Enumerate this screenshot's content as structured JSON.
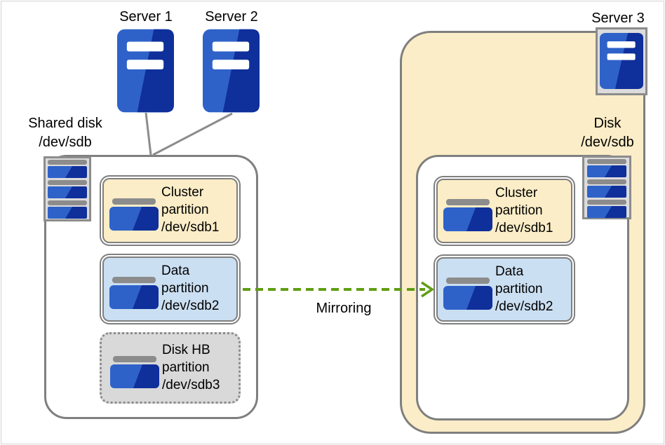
{
  "labels": {
    "server1": "Server 1",
    "server2": "Server 2",
    "server3": "Server 3",
    "shared_disk_line1": "Shared disk",
    "shared_disk_line2": "/dev/sdb",
    "disk_line1": "Disk",
    "disk_line2": "/dev/sdb",
    "mirroring": "Mirroring"
  },
  "left_disk": {
    "partitions": [
      {
        "name": "Cluster",
        "word": "partition",
        "device": "/dev/sdb1"
      },
      {
        "name": "Data",
        "word": "partition",
        "device": "/dev/sdb2"
      },
      {
        "name": "Disk HB",
        "word": "partition",
        "device": "/dev/sdb3"
      }
    ]
  },
  "right_disk": {
    "partitions": [
      {
        "name": "Cluster",
        "word": "partition",
        "device": "/dev/sdb1"
      },
      {
        "name": "Data",
        "word": "partition",
        "device": "/dev/sdb2"
      }
    ]
  },
  "icons": {
    "server": "server-tower-icon",
    "disk_stack": "disk-stack-icon",
    "partition_drive": "disk-drive-icon",
    "mirroring_arrow": "green-dashed-arrow-right-icon"
  },
  "colors": {
    "container_border": "#7F7F7F",
    "cluster_partition_fill": "#FBEDC7",
    "data_partition_fill": "#CBDFF2",
    "disk_hb_partition_fill": "#D9D9D9",
    "server3_area_fill": "#FBEDC7",
    "arrow_green": "#5F9E14",
    "server_blue_light": "#2F62C9",
    "server_blue_dark": "#0F2F9B",
    "icon_gray": "#8C8C8C"
  }
}
